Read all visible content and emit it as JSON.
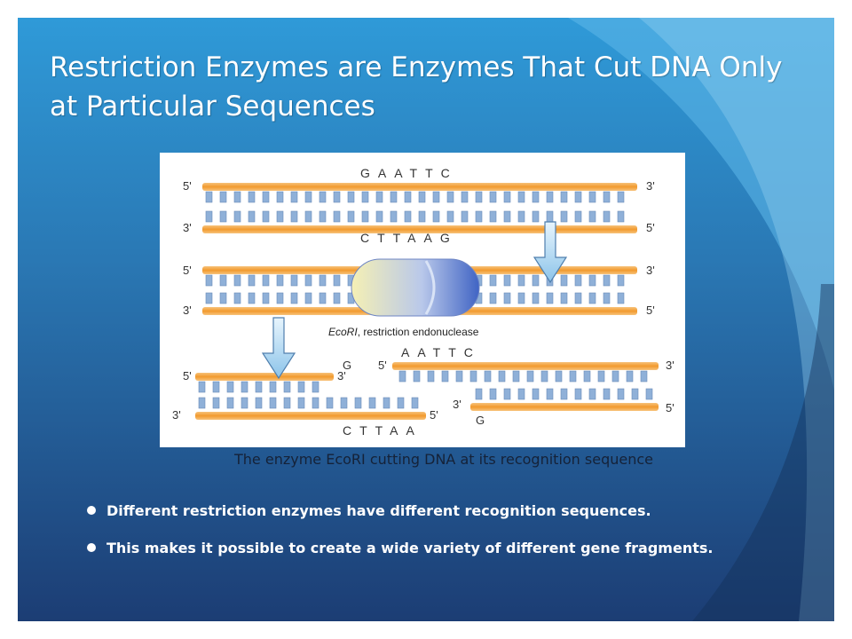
{
  "slide": {
    "title": "Restriction Enzymes are Enzymes That Cut DNA Only at Particular Sequences",
    "caption": "The enzyme EcoRI cutting DNA at its recognition sequence",
    "bullets": [
      "Different restriction enzymes have different recognition sequences.",
      "This makes it possible to create a wide variety of different gene fragments."
    ]
  },
  "figure": {
    "top_sequence": "GAATTC",
    "bottom_sequence": "CTTAAG",
    "end_5": "5'",
    "end_3": "3'",
    "enzyme_name": "EcoRI",
    "enzyme_label_rest": ", restriction endonuclease",
    "fragment_left_top": "G",
    "fragment_left_bottom": "CTTAA",
    "fragment_right_top": "AATTC",
    "fragment_right_bottom": "G"
  },
  "colors": {
    "slide_top": "#2f9ad8",
    "slide_bottom": "#1c3d74",
    "backbone": "#f4a23a",
    "base": "#8fb0d8",
    "arrow": "#a9d2ee",
    "enzyme": "#6a8fd8"
  }
}
